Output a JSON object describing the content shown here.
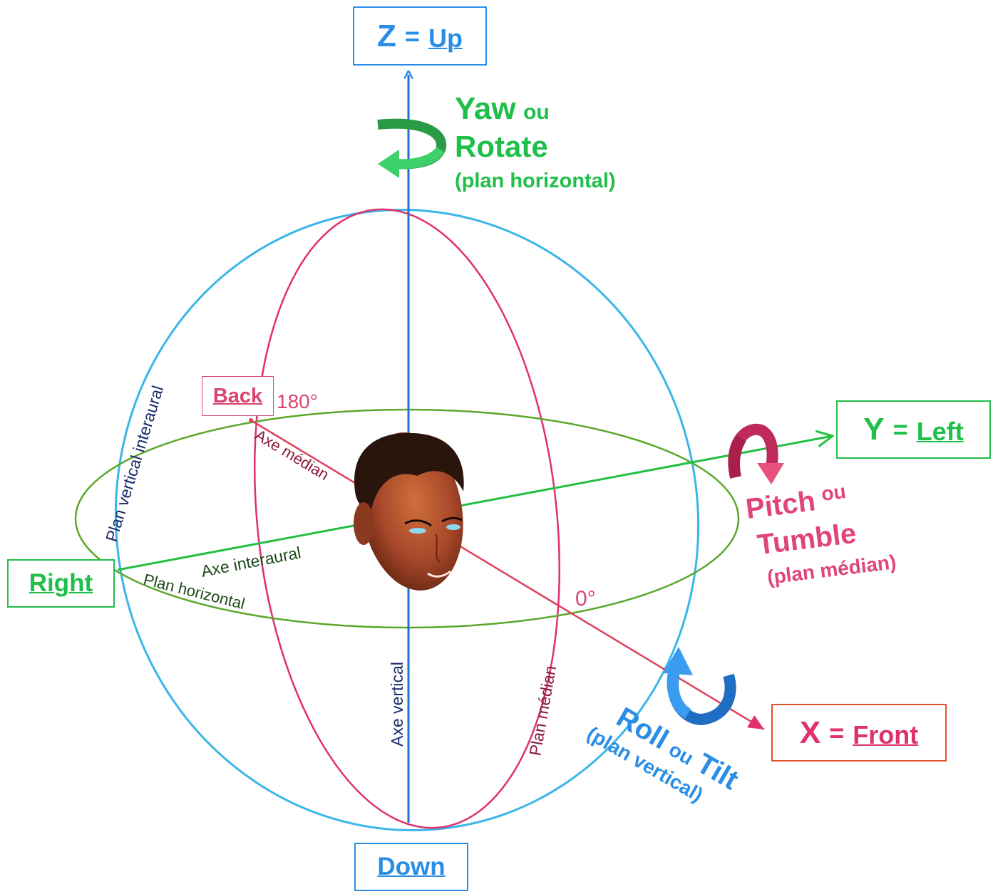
{
  "axes": {
    "z": {
      "letter": "Z",
      "eq": "=",
      "word": "Up",
      "color": "#2a8ee6"
    },
    "y": {
      "letter": "Y",
      "eq": "=",
      "word": "Left",
      "color": "#1fbf4a"
    },
    "x": {
      "letter": "X",
      "eq": "=",
      "word": "Front",
      "color": "#e2502e"
    },
    "down": {
      "word": "Down",
      "color": "#2a8ee6"
    },
    "right": {
      "word": "Right",
      "color": "#1fbf4a"
    },
    "back": {
      "word": "Back",
      "color": "#d9456f"
    }
  },
  "rotations": {
    "yaw": {
      "main": "Yaw",
      "ou": "ou",
      "alt": "Rotate",
      "plane": "(plan horizontal)",
      "color": "#1fbf4a"
    },
    "pitch": {
      "main": "Pitch",
      "ou": "ou",
      "alt": "Tumble",
      "plane": "(plan médian)",
      "color": "#e0457a"
    },
    "roll": {
      "main": "Roll",
      "ou": "ou",
      "alt": "Tilt",
      "plane": "(plan vertical)",
      "color": "#2a8ee6"
    }
  },
  "angles": {
    "back": "180°",
    "front": "0°"
  },
  "diagram_labels": {
    "plan_vertical_interaural": "Plan vertical interaural",
    "axe_median": "Axe médian",
    "axe_interaural": "Axe interaural",
    "plan_horizontal": "Plan horizontal",
    "axe_vertical": "Axe vertical",
    "plan_median": "Plan médian"
  },
  "colors": {
    "sphere_blue": "#3bb6e8",
    "median_pink": "#e0306e",
    "horizontal_green": "#5aa82a",
    "vertical_axis": "#1f6fd6",
    "median_axis": "#e0405a",
    "interaural_axis": "#22c040",
    "navy_text": "#1a2a6a",
    "dark_green_text": "#1f4a1a",
    "maroon_text": "#8a1a3a"
  }
}
